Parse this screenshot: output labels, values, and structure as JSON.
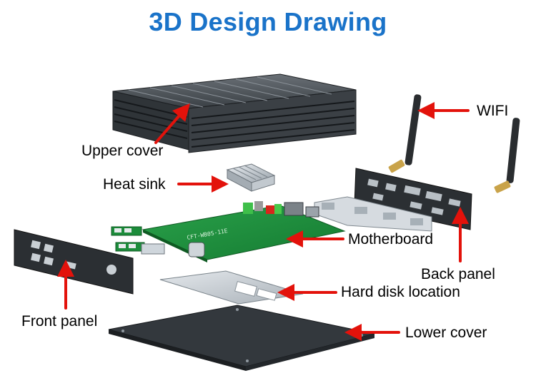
{
  "title": "3D Design Drawing",
  "labels": {
    "wifi": "WIFI",
    "upper_cover": "Upper cover",
    "heat_sink": "Heat sink",
    "motherboard": "Motherboard",
    "back_panel": "Back panel",
    "hard_disk_location": "Hard disk location",
    "front_panel": "Front panel",
    "lower_cover": "Lower cover"
  },
  "colors": {
    "title": "#1a73c9",
    "arrow": "#e3120b",
    "metal_dark": "#2b2f33",
    "pcb": "#1f8a3a",
    "tray": "#bfc6cc"
  }
}
